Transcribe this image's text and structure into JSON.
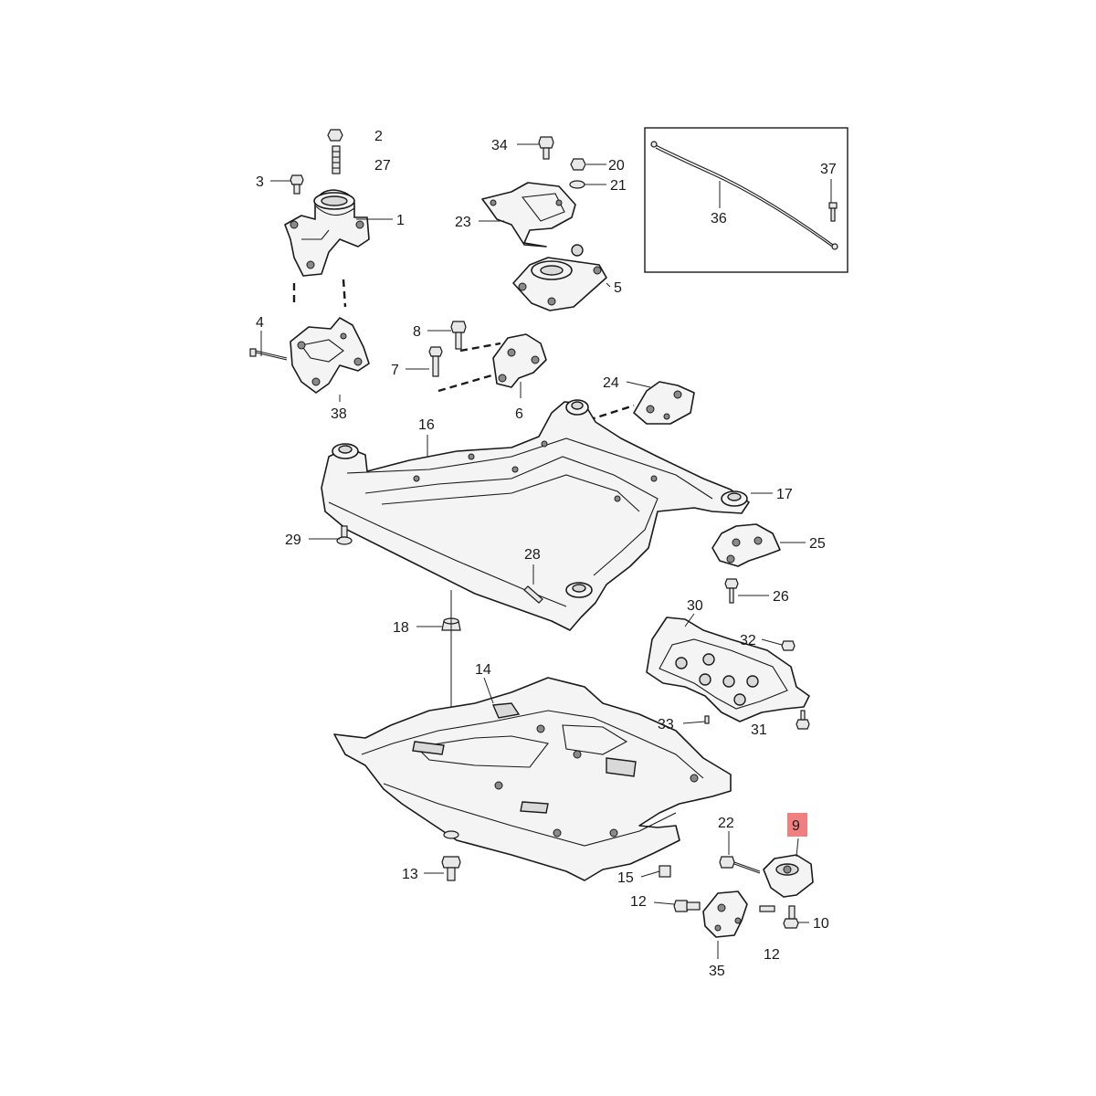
{
  "diagram": {
    "callouts": [
      {
        "id": "c1",
        "label": "1"
      },
      {
        "id": "c2",
        "label": "2"
      },
      {
        "id": "c3",
        "label": "3"
      },
      {
        "id": "c4",
        "label": "4"
      },
      {
        "id": "c5",
        "label": "5"
      },
      {
        "id": "c6",
        "label": "6"
      },
      {
        "id": "c7",
        "label": "7"
      },
      {
        "id": "c8",
        "label": "8"
      },
      {
        "id": "c9",
        "label": "9",
        "highlighted": true
      },
      {
        "id": "c10",
        "label": "10"
      },
      {
        "id": "c12a",
        "label": "12"
      },
      {
        "id": "c12b",
        "label": "12"
      },
      {
        "id": "c13",
        "label": "13"
      },
      {
        "id": "c14",
        "label": "14"
      },
      {
        "id": "c15",
        "label": "15"
      },
      {
        "id": "c16",
        "label": "16"
      },
      {
        "id": "c17",
        "label": "17"
      },
      {
        "id": "c18",
        "label": "18"
      },
      {
        "id": "c20",
        "label": "20"
      },
      {
        "id": "c21",
        "label": "21"
      },
      {
        "id": "c22",
        "label": "22"
      },
      {
        "id": "c23",
        "label": "23"
      },
      {
        "id": "c24",
        "label": "24"
      },
      {
        "id": "c25",
        "label": "25"
      },
      {
        "id": "c26",
        "label": "26"
      },
      {
        "id": "c27",
        "label": "27"
      },
      {
        "id": "c28",
        "label": "28"
      },
      {
        "id": "c29",
        "label": "29"
      },
      {
        "id": "c30",
        "label": "30"
      },
      {
        "id": "c31",
        "label": "31"
      },
      {
        "id": "c32",
        "label": "32"
      },
      {
        "id": "c33",
        "label": "33"
      },
      {
        "id": "c34",
        "label": "34"
      },
      {
        "id": "c35",
        "label": "35"
      },
      {
        "id": "c36",
        "label": "36"
      },
      {
        "id": "c37",
        "label": "37"
      },
      {
        "id": "c38",
        "label": "38"
      }
    ],
    "highlight_color": "#f08080"
  }
}
